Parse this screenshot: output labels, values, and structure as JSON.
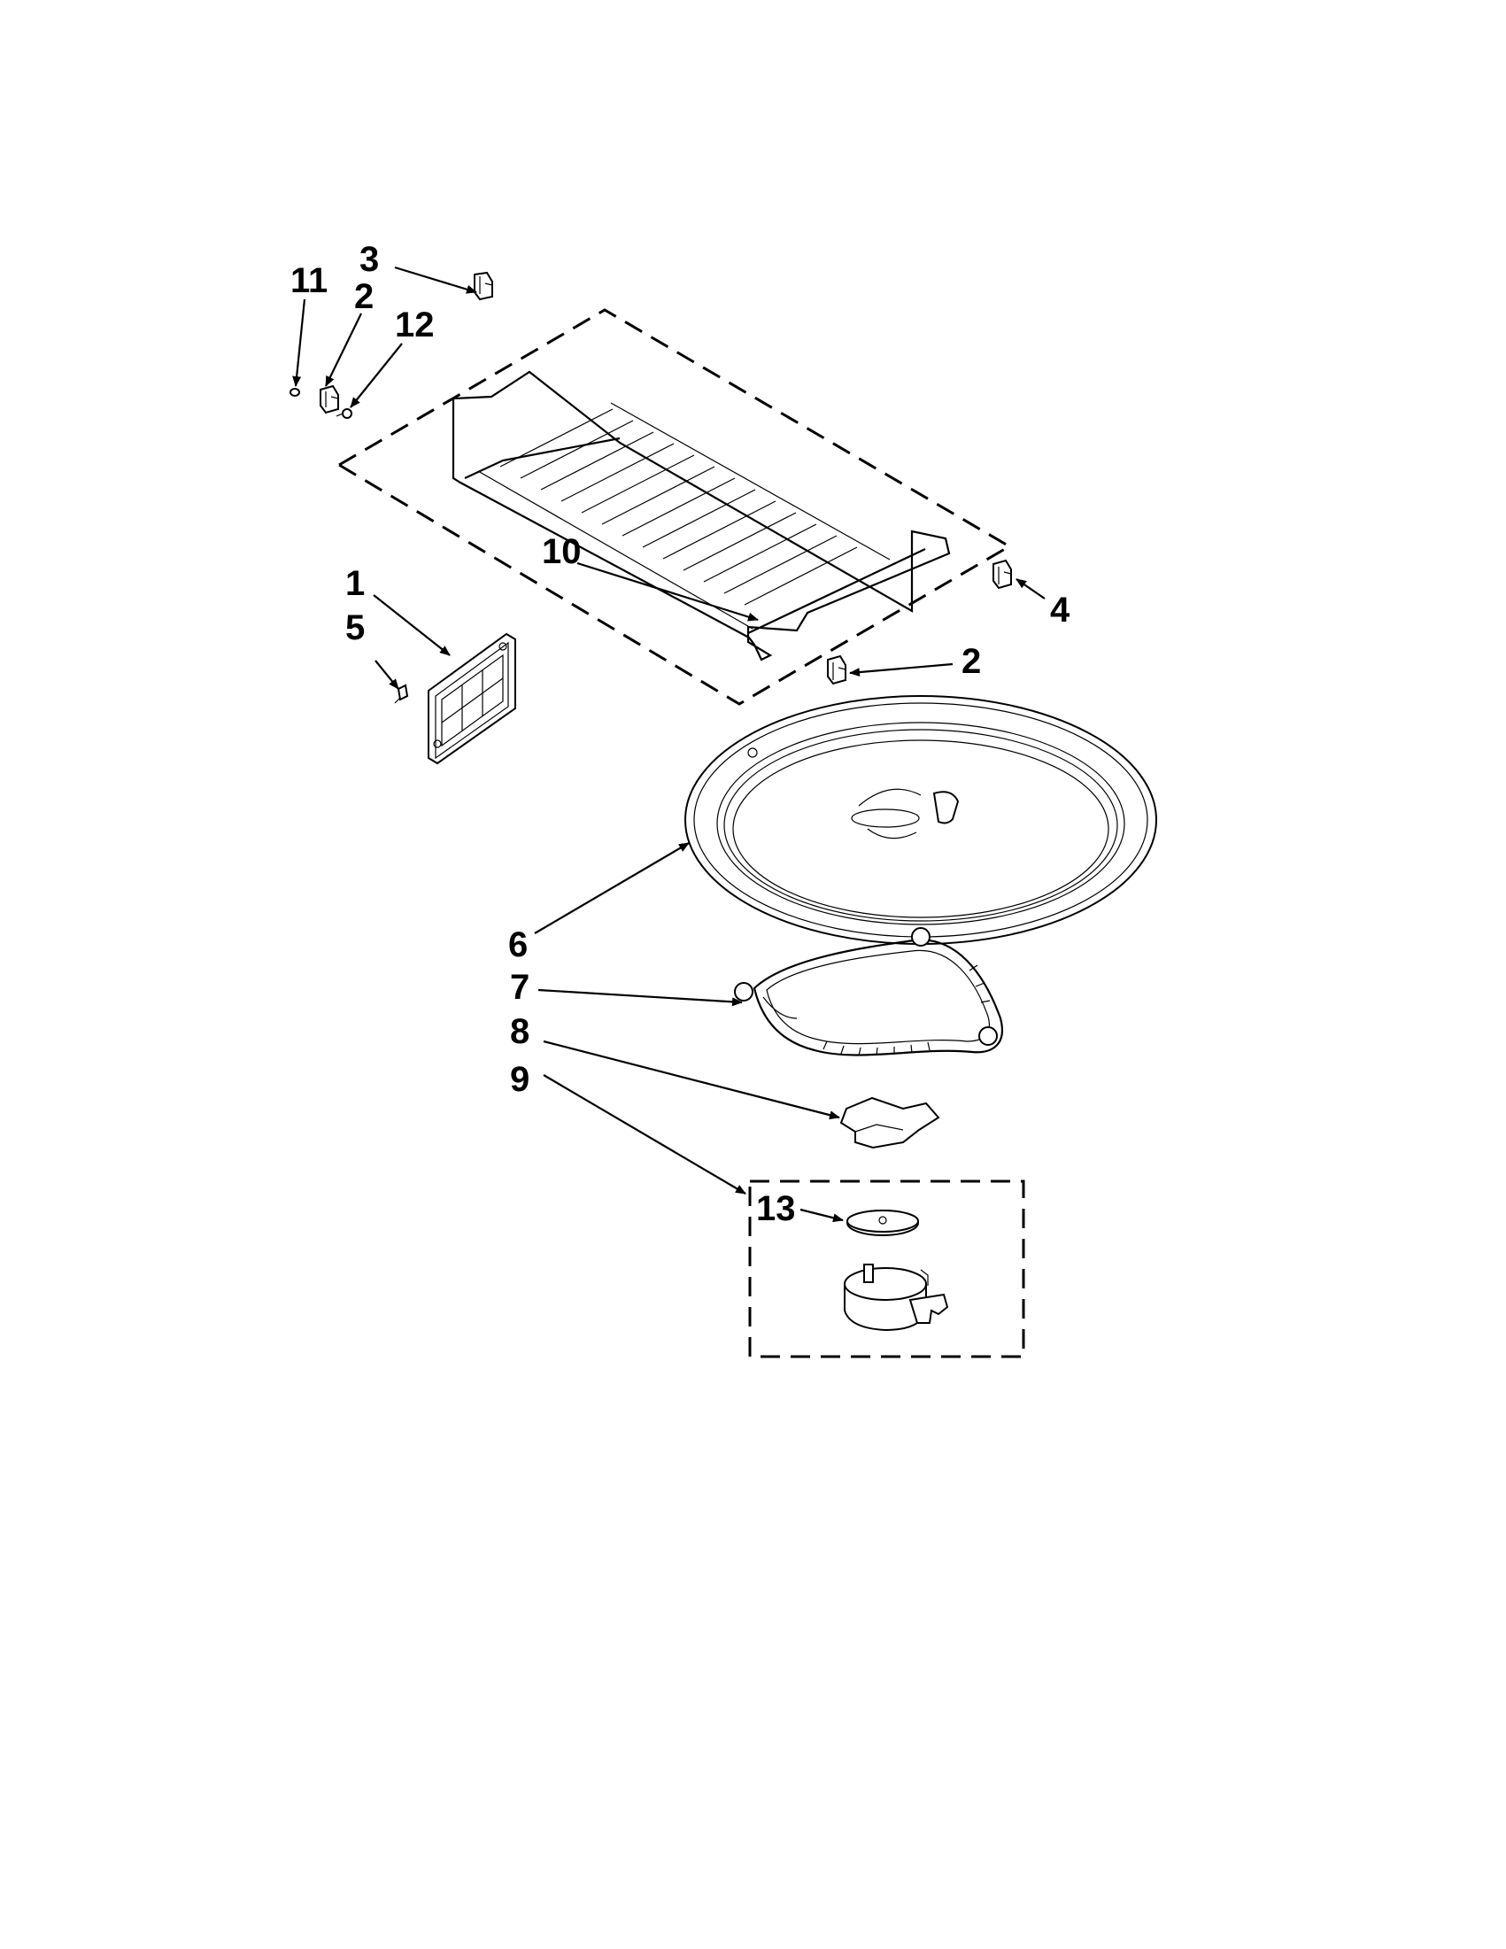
{
  "diagram": {
    "callouts": {
      "c1": "1",
      "c2a": "2",
      "c2b": "2",
      "c3": "3",
      "c4": "4",
      "c5": "5",
      "c6": "6",
      "c7": "7",
      "c8": "8",
      "c9": "9",
      "c10": "10",
      "c11": "11",
      "c12": "12",
      "c13": "13"
    }
  }
}
